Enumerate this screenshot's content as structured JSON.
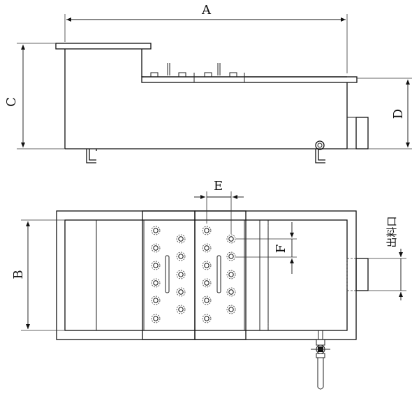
{
  "labels": {
    "A": "A",
    "B": "B",
    "C": "C",
    "D": "D",
    "E": "E",
    "F": "F",
    "outlet": "出料口"
  },
  "colors": {
    "line": "#111111",
    "background": "#ffffff"
  }
}
